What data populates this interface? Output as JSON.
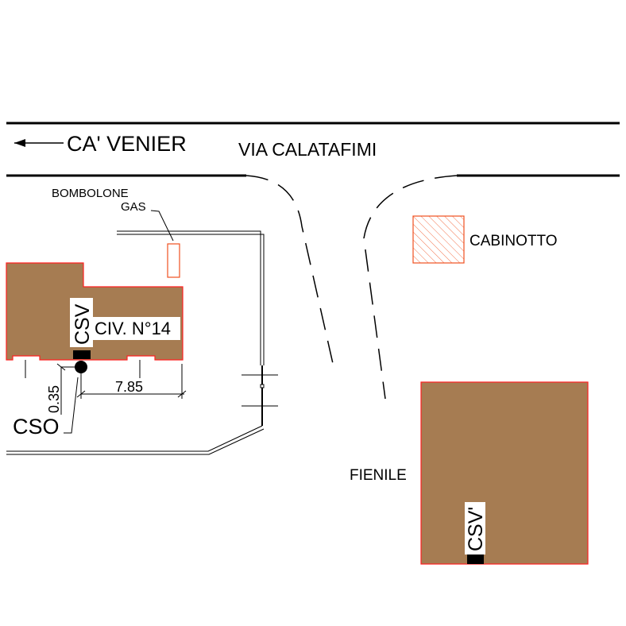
{
  "street": {
    "direction_label": "CA' VENIER",
    "name": "VIA CALATAFIMI"
  },
  "labels": {
    "bombolone_line1": "BOMBOLONE",
    "bombolone_line2": "GAS",
    "cabinotto": "CABINOTTO",
    "civico": "CIV. N°14",
    "csv": "CSV",
    "cso": "CSO",
    "dim_horizontal": "7.85",
    "dim_vertical": "0.35",
    "fienile": "FIENILE",
    "csv_prime": "CSV'"
  },
  "colors": {
    "building": "#A67C52",
    "outline": "#FF2020",
    "gas": "#F05020"
  }
}
